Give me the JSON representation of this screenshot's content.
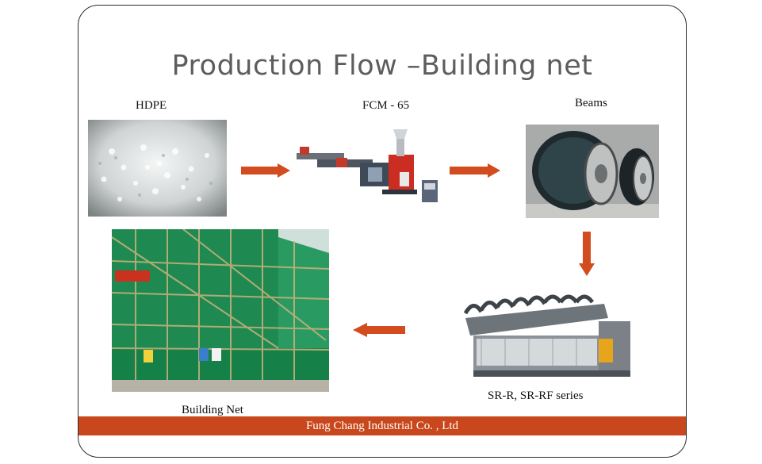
{
  "slide": {
    "title": "Production Flow –Building net",
    "footer": "Fung Chang Industrial Co. , Ltd"
  },
  "steps": [
    {
      "label": "HDPE",
      "icon": "hdpe-pellets-photo"
    },
    {
      "label": "FCM - 65",
      "icon": "extrusion-machine-photo"
    },
    {
      "label": "Beams",
      "icon": "yarn-beams-photo"
    },
    {
      "label": "SR-R, SR-RF series",
      "icon": "knitting-machine-photo"
    },
    {
      "label": "Building Net",
      "icon": "building-net-photo"
    }
  ],
  "colors": {
    "arrow": "#d24c1f",
    "footer_bar": "#c8471c",
    "title": "#5d5d5d"
  }
}
